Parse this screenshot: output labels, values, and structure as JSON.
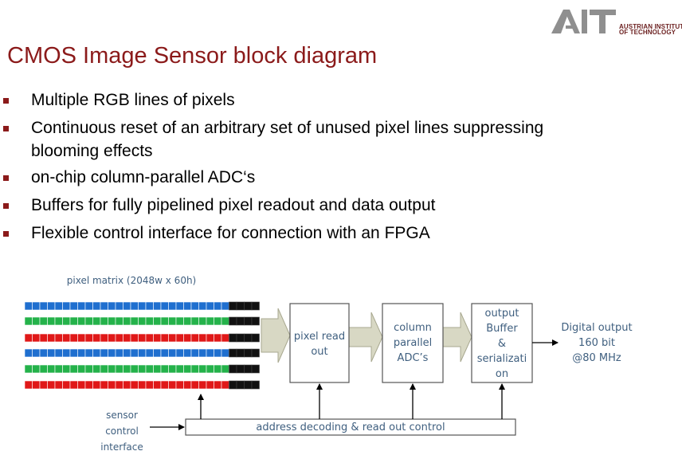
{
  "logo": {
    "mark": "AIT",
    "line1": "AUSTRIAN INSTITUTE",
    "line2": "OF TECHNOLOGY"
  },
  "title": "CMOS Image Sensor block diagram",
  "bullets": [
    [
      "Multiple RGB lines of pixels"
    ],
    [
      "Continuous reset of an arbitrary set of unused pixel lines suppressing",
      "blooming effects"
    ],
    [
      "on-chip column-parallel ADC‘s"
    ],
    [
      "Buffers for fully pipelined pixel readout and data output"
    ],
    [
      "Flexible control interface for connection with an FPGA"
    ]
  ],
  "diagram": {
    "pixel_matrix_label": "pixel matrix (2048w x 60h)",
    "pixel_rows": [
      "blue",
      "green",
      "red",
      "blue",
      "green",
      "red"
    ],
    "colors": {
      "blue": "#1f6fcf",
      "green": "#24b24a",
      "red": "#e01818",
      "inactive": "#111111",
      "arrow_fill": "#d8d8c4",
      "arrow_stroke": "#a8a890",
      "label_text": "#3f5f7f",
      "accent": "#8b1a1a"
    },
    "pixel_readout": [
      "pixel read",
      "out"
    ],
    "adc": [
      "column",
      "parallel",
      "ADC’s"
    ],
    "buffer": [
      "output",
      "Buffer",
      "&",
      "serializati",
      "on"
    ],
    "digital_output": [
      "Digital output",
      "160 bit",
      "@80 MHz"
    ],
    "sensor_interface": [
      "sensor",
      "control",
      "interface"
    ],
    "address_decoding": "address decoding & read out control"
  }
}
